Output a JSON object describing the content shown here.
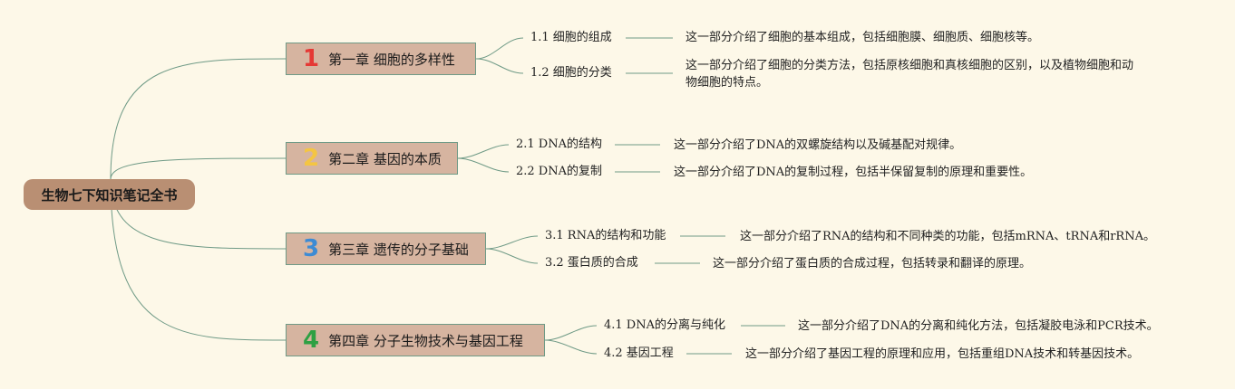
{
  "root": {
    "title": "生物七下知识笔记全书"
  },
  "chapters": [
    {
      "number": "1",
      "number_color": "#e53935",
      "title": "第一章 细胞的多样性",
      "sections": [
        {
          "title": "1.1 细胞的组成",
          "description": "这一部分介绍了细胞的基本组成，包括细胞膜、细胞质、细胞核等。"
        },
        {
          "title": "1.2 细胞的分类",
          "description": "这一部分介绍了细胞的分类方法，包括原核细胞和真核细胞的区别，以及植物细胞和动物细胞的特点。"
        }
      ]
    },
    {
      "number": "2",
      "number_color": "#f4c542",
      "title": "第二章 基因的本质",
      "sections": [
        {
          "title": "2.1 DNA的结构",
          "description": "这一部分介绍了DNA的双螺旋结构以及碱基配对规律。"
        },
        {
          "title": "2.2 DNA的复制",
          "description": "这一部分介绍了DNA的复制过程，包括半保留复制的原理和重要性。"
        }
      ]
    },
    {
      "number": "3",
      "number_color": "#3d8bd4",
      "title": "第三章 遗传的分子基础",
      "sections": [
        {
          "title": "3.1 RNA的结构和功能",
          "description": "这一部分介绍了RNA的结构和不同种类的功能，包括mRNA、tRNA和rRNA。"
        },
        {
          "title": "3.2 蛋白质的合成",
          "description": "这一部分介绍了蛋白质的合成过程，包括转录和翻译的原理。"
        }
      ]
    },
    {
      "number": "4",
      "number_color": "#2ea043",
      "title": "第四章 分子生物技术与基因工程",
      "sections": [
        {
          "title": "4.1 DNA的分离与纯化",
          "description": "这一部分介绍了DNA的分离和纯化方法，包括凝胶电泳和PCR技术。"
        },
        {
          "title": "4.2 基因工程",
          "description": "这一部分介绍了基因工程的原理和应用，包括重组DNA技术和转基因技术。"
        }
      ]
    }
  ],
  "colors": {
    "background": "#fdf8e8",
    "root_fill": "#b98f73",
    "chapter_fill": "#d6b4a0",
    "line": "#6f9a86"
  }
}
